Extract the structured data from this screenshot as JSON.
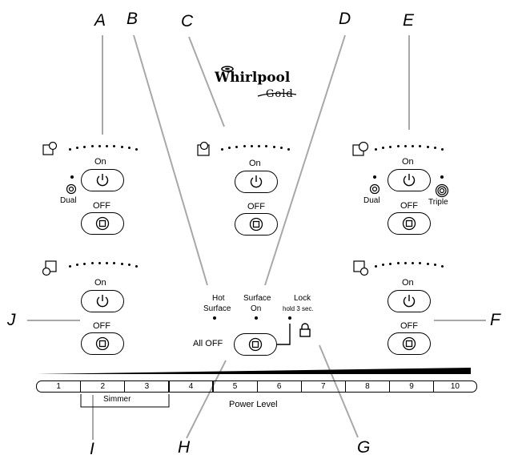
{
  "callouts": {
    "a": "A",
    "b": "B",
    "c": "C",
    "d": "D",
    "e": "E",
    "f": "F",
    "g": "G",
    "h": "H",
    "i": "I",
    "j": "J"
  },
  "logo": {
    "brand": "Whirlpool",
    "sub": "Gold"
  },
  "elements": {
    "on": "On",
    "off": "OFF",
    "dual": "Dual",
    "triple": "Triple"
  },
  "center": {
    "hot_surface_1": "Hot",
    "hot_surface_2": "Surface",
    "surface_on_1": "Surface",
    "surface_on_2": "On",
    "lock_1": "Lock",
    "lock_2": "hold 3 sec.",
    "all_off": "All OFF"
  },
  "power_levels": [
    "1",
    "2",
    "3",
    "4",
    "5",
    "6",
    "7",
    "8",
    "9",
    "10"
  ],
  "simmer": "Simmer",
  "power_level_label": "Power Level"
}
